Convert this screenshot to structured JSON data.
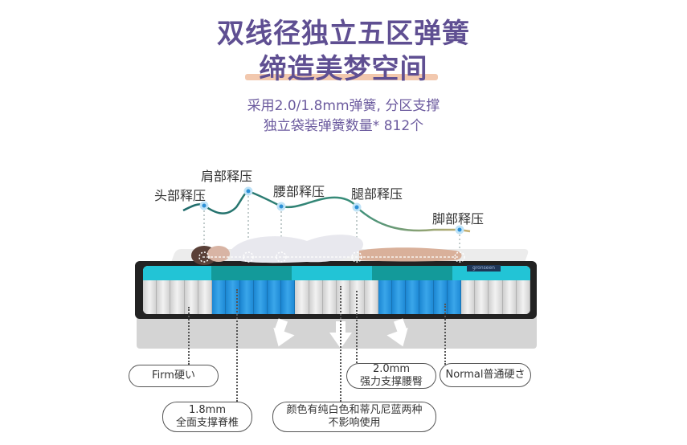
{
  "header": {
    "title_line1": "双线径独立五区弹簧",
    "title_line2": "缔造美梦空间",
    "subtitle_line1": "采用2.0/1.8mm弹簧, 分区支撑",
    "subtitle_line2": "独立袋装弹簧数量* 812个"
  },
  "colors": {
    "title": "#5f4f92",
    "underline": "#f2c8ae",
    "curve_start": "#1f6b6b",
    "curve_end": "#c8b070",
    "point": "#2b8fd6",
    "foam_cyan": "#22c4d6",
    "foam_teal": "#139a9a",
    "coil_blue": "#2a9ae0",
    "coil_white": "#e6e6e6"
  },
  "pressure_zones": [
    {
      "label": "头部释压"
    },
    {
      "label": "肩部释压"
    },
    {
      "label": "腰部释压"
    },
    {
      "label": "腿部释压"
    },
    {
      "label": "脚部释压"
    }
  ],
  "mattress": {
    "brand_tag": "gronseen"
  },
  "callouts": {
    "firm": "Firm硬い",
    "spring_18_line1": "1.8mm",
    "spring_18_line2": "全面支撑脊椎",
    "color_note_line1": "颜色有纯白色和蒂凡尼蓝两种",
    "color_note_line2": "不影响使用",
    "spring_20_line1": "2.0mm",
    "spring_20_line2": "强力支撑腰臀",
    "normal": "Normal普通硬さ"
  }
}
